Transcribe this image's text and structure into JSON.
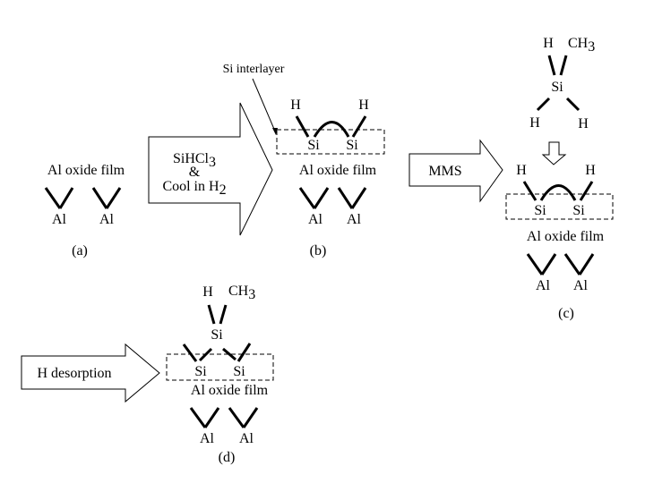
{
  "diagram": {
    "panels": {
      "a": {
        "label": "(a)",
        "film_label": "Al oxide film",
        "atoms": [
          "Al",
          "Al"
        ]
      },
      "b": {
        "label": "(b)",
        "film_label": "Al oxide film",
        "interlayer_label": "Si interlayer",
        "surface_atoms": [
          "Si",
          "Si"
        ],
        "terminal_atoms": [
          "H",
          "H"
        ],
        "atoms": [
          "Al",
          "Al"
        ]
      },
      "c": {
        "label": "(c)",
        "film_label": "Al oxide film",
        "molecule": {
          "center": "Si",
          "top_left": "H",
          "top_right_main": "CH",
          "top_right_sub": "3",
          "bottom_left": "H",
          "bottom_right": "H"
        },
        "surface_atoms": [
          "Si",
          "Si"
        ],
        "terminal_atoms": [
          "H",
          "H"
        ],
        "atoms": [
          "Al",
          "Al"
        ]
      },
      "d": {
        "label": "(d)",
        "film_label": "Al oxide film",
        "adsorbate": {
          "center": "Si",
          "top_left": "H",
          "top_right_main": "CH",
          "top_right_sub": "3"
        },
        "surface_atoms": [
          "Si",
          "Si"
        ],
        "atoms": [
          "Al",
          "Al"
        ]
      }
    },
    "steps": {
      "step1": {
        "line1_main": "SiHCl",
        "line1_sub": "3",
        "line2": "&",
        "line3_main": "Cool in H",
        "line3_sub": "2"
      },
      "step2": {
        "label": "MMS"
      },
      "step3": {
        "label": "H desorption"
      }
    }
  }
}
